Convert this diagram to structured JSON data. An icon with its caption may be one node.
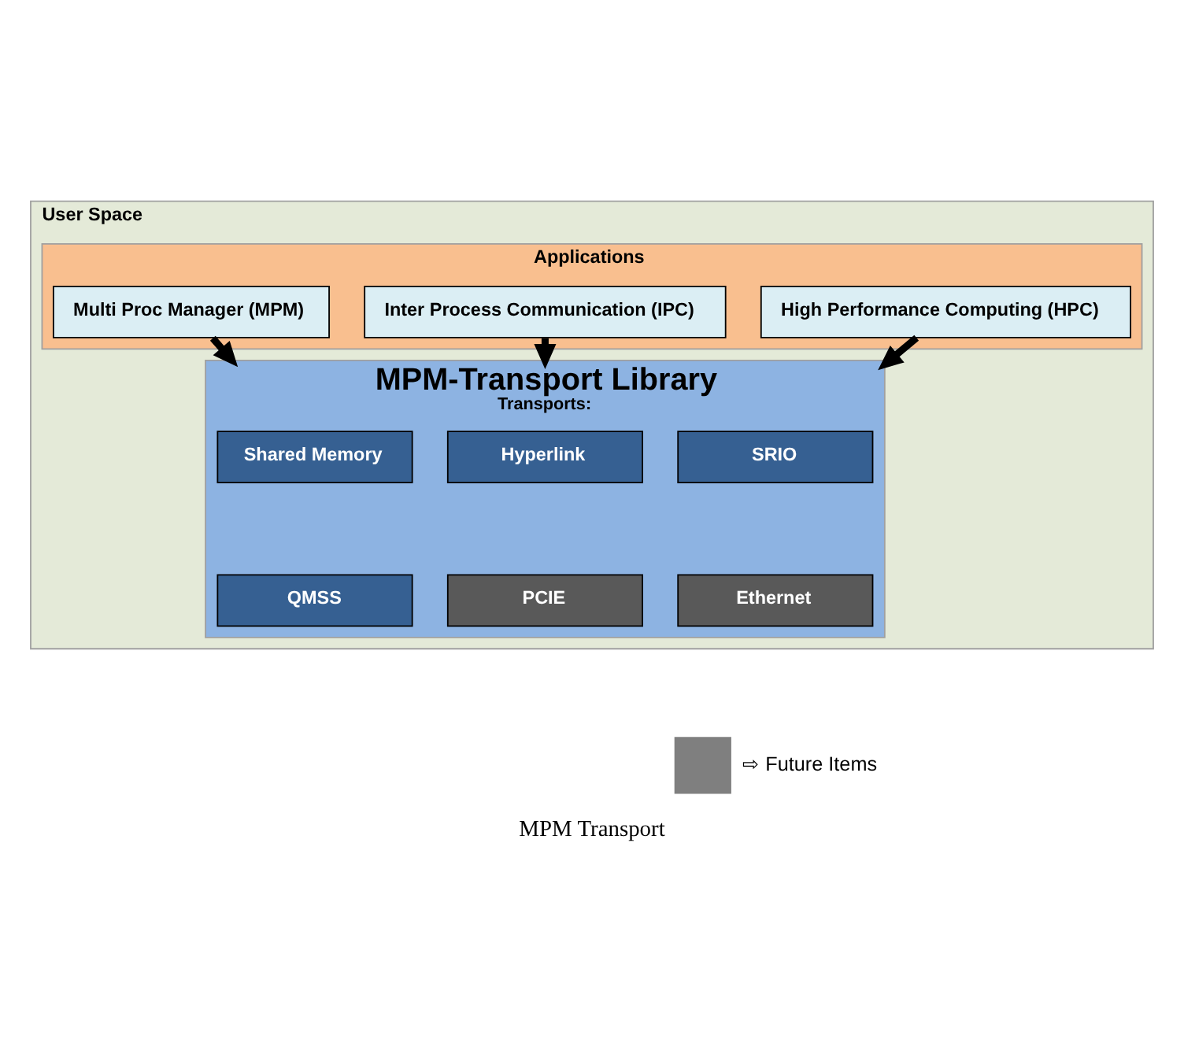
{
  "diagram": {
    "caption": "MPM Transport",
    "nodes": [
      {
        "text": [
          "User Space"
        ]
      },
      {
        "text": [
          "Applications"
        ],
        "in": 0
      },
      {
        "text": [
          "Multi Proc Manager (MPM)"
        ],
        "in": 1
      },
      {
        "text": [
          "Inter Process Communication (IPC)"
        ],
        "in": 1
      },
      {
        "text": [
          "High Performance Computing (HPC)"
        ],
        "in": 1
      },
      {
        "text": [
          "MPM-Transport Library",
          "Transports:"
        ],
        "in": 0
      },
      {
        "text": [
          "Shared Memory"
        ],
        "in": 5
      },
      {
        "text": [
          "Hyperlink"
        ],
        "in": 5
      },
      {
        "text": [
          "SRIO"
        ],
        "in": 5
      },
      {
        "text": [
          "QMSS"
        ],
        "in": 5
      },
      {
        "text": [
          "PCIE"
        ],
        "in": 5
      },
      {
        "text": [
          "Ethernet"
        ],
        "in": 5
      }
    ],
    "edges": [
      {
        "from": 2,
        "to": 5,
        "arrow": "to"
      },
      {
        "from": 3,
        "to": 5,
        "arrow": "to"
      },
      {
        "from": 4,
        "to": 5,
        "arrow": "to"
      }
    ],
    "legend": [
      {
        "text": "⇨ Future Items",
        "color": "#7f7f7f"
      }
    ]
  }
}
